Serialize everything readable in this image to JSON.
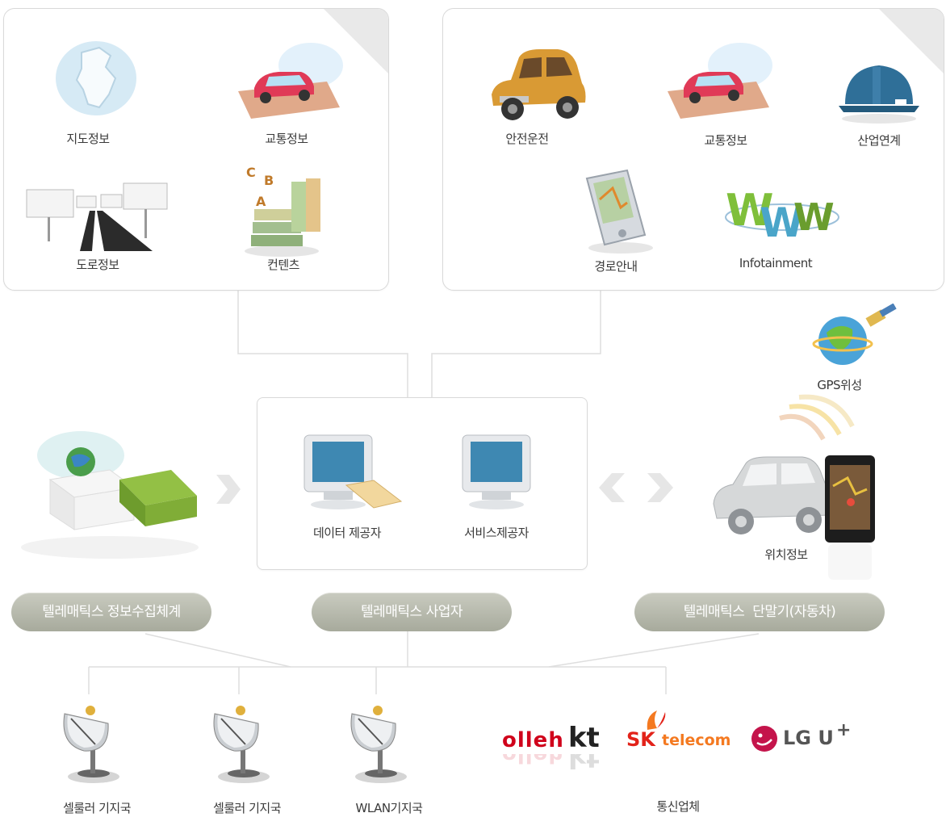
{
  "panel_left": {
    "items": [
      "지도정보",
      "교통정보",
      "도로정보",
      "컨텐츠"
    ]
  },
  "panel_right": {
    "items": [
      "안전운전",
      "교통정보",
      "산업연계",
      "경로안내",
      "Infotainment"
    ]
  },
  "center_box": {
    "items": [
      "데이터 제공자",
      "서비스제공자"
    ]
  },
  "gps_label": "GPS위성",
  "location_label": "위치정보",
  "pills": {
    "left": "텔레매틱스 정보수집체계",
    "center": "텔레매틱스 사업자",
    "right": "텔레매틱스  단말기(자동차)"
  },
  "bottom": {
    "stations": [
      "셀룰러 기지국",
      "셀룰러 기지국",
      "WLAN기지국"
    ],
    "carriers_label": "통신업체",
    "logos": {
      "kt_prefix": "olleh",
      "kt_suffix": "kt",
      "sk_prefix": "SK",
      "sk_suffix": "telecom",
      "lg": "LG U",
      "lg_plus": "+"
    }
  },
  "colors": {
    "pill": "#b4b6aa",
    "line": "#dcdcdc",
    "kt_red": "#d0021b",
    "sk_red": "#e2231a",
    "sk_orange": "#f47920",
    "lg_magenta": "#c4144b"
  }
}
